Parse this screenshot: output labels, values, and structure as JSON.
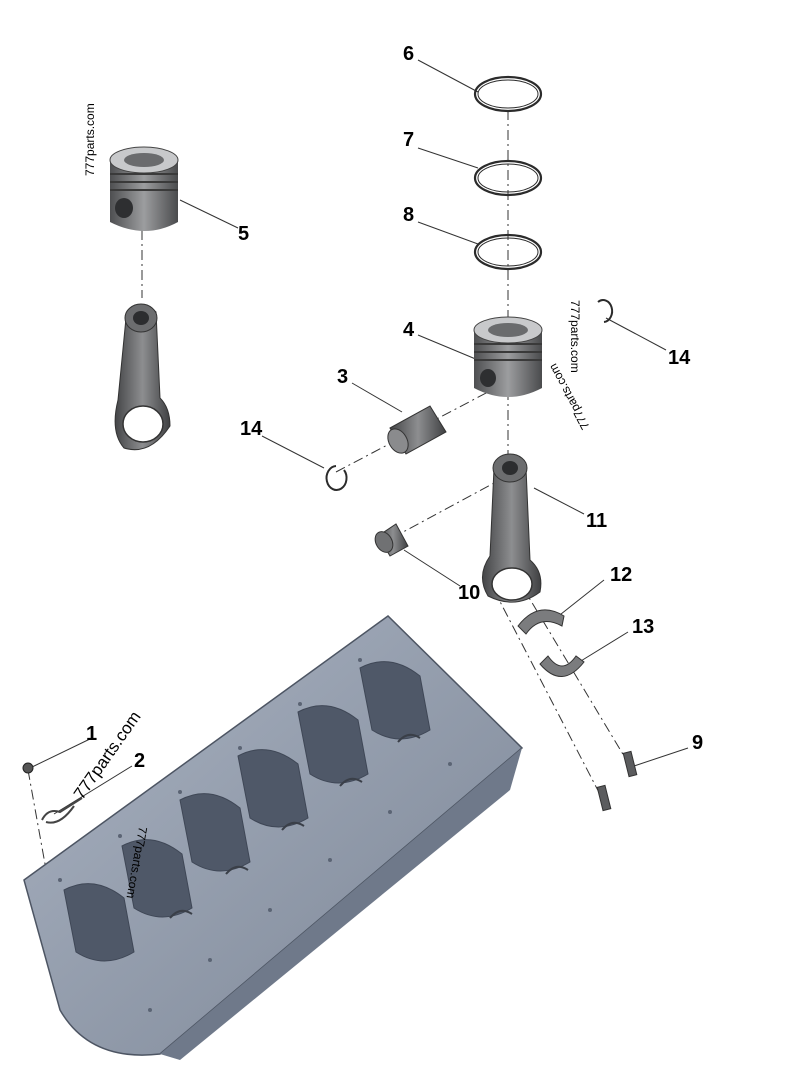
{
  "watermark": "777parts.com",
  "colors": {
    "part_dark": "#5f6062",
    "part_mid": "#8a8b8d",
    "part_light": "#c7c8ca",
    "block": "#9aa4b4",
    "block_dark": "#6e7888",
    "ring": "#2b2b2b",
    "line": "#333333"
  },
  "callouts": [
    {
      "id": "1",
      "label": "1",
      "part": "plug"
    },
    {
      "id": "2",
      "label": "2",
      "part": "clip"
    },
    {
      "id": "3",
      "label": "3",
      "part": "piston-pin"
    },
    {
      "id": "4",
      "label": "4",
      "part": "piston"
    },
    {
      "id": "5",
      "label": "5",
      "part": "piston-assembly"
    },
    {
      "id": "6",
      "label": "6",
      "part": "ring-top"
    },
    {
      "id": "7",
      "label": "7",
      "part": "ring-middle"
    },
    {
      "id": "8",
      "label": "8",
      "part": "ring-oil"
    },
    {
      "id": "9",
      "label": "9",
      "part": "rod-bolt"
    },
    {
      "id": "10",
      "label": "10",
      "part": "bushing"
    },
    {
      "id": "11",
      "label": "11",
      "part": "connecting-rod"
    },
    {
      "id": "12",
      "label": "12",
      "part": "bearing-upper"
    },
    {
      "id": "13",
      "label": "13",
      "part": "bearing-lower"
    },
    {
      "id": "14",
      "label": "14",
      "part": "retaining-ring"
    },
    {
      "id": "14b",
      "label": "14",
      "part": "retaining-ring"
    }
  ]
}
